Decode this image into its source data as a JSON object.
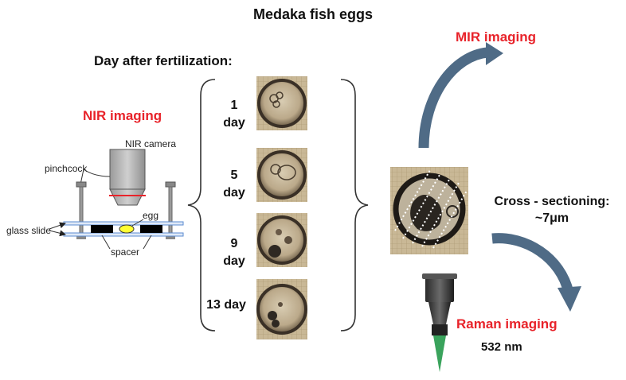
{
  "title": "Medaka fish eggs",
  "day_header": "Day after fertilization:",
  "nir": {
    "title": "NIR imaging",
    "camera_label": "NIR camera",
    "pinchcock_label": "pinchcock",
    "egg_label": "egg",
    "glass_slide_label": "glass slide",
    "spacer_label": "spacer"
  },
  "days": [
    {
      "line1": "1",
      "line2": "day"
    },
    {
      "line1": "5",
      "line2": "day"
    },
    {
      "line1": "9",
      "line2": "day"
    },
    {
      "line1": "13 day",
      "line2": ""
    }
  ],
  "mir_label": "MIR imaging",
  "cross_section": {
    "line1": "Cross - sectioning:",
    "line2": "~7μm"
  },
  "raman": {
    "label": "Raman imaging",
    "wavelength": "532 nm"
  },
  "colors": {
    "red_label": "#e8232a",
    "arrow": "#4f6b86",
    "egg_yellow": "#ffff33",
    "beam_green": "#3aa35c",
    "slide_blue": "#5b8bd0"
  }
}
